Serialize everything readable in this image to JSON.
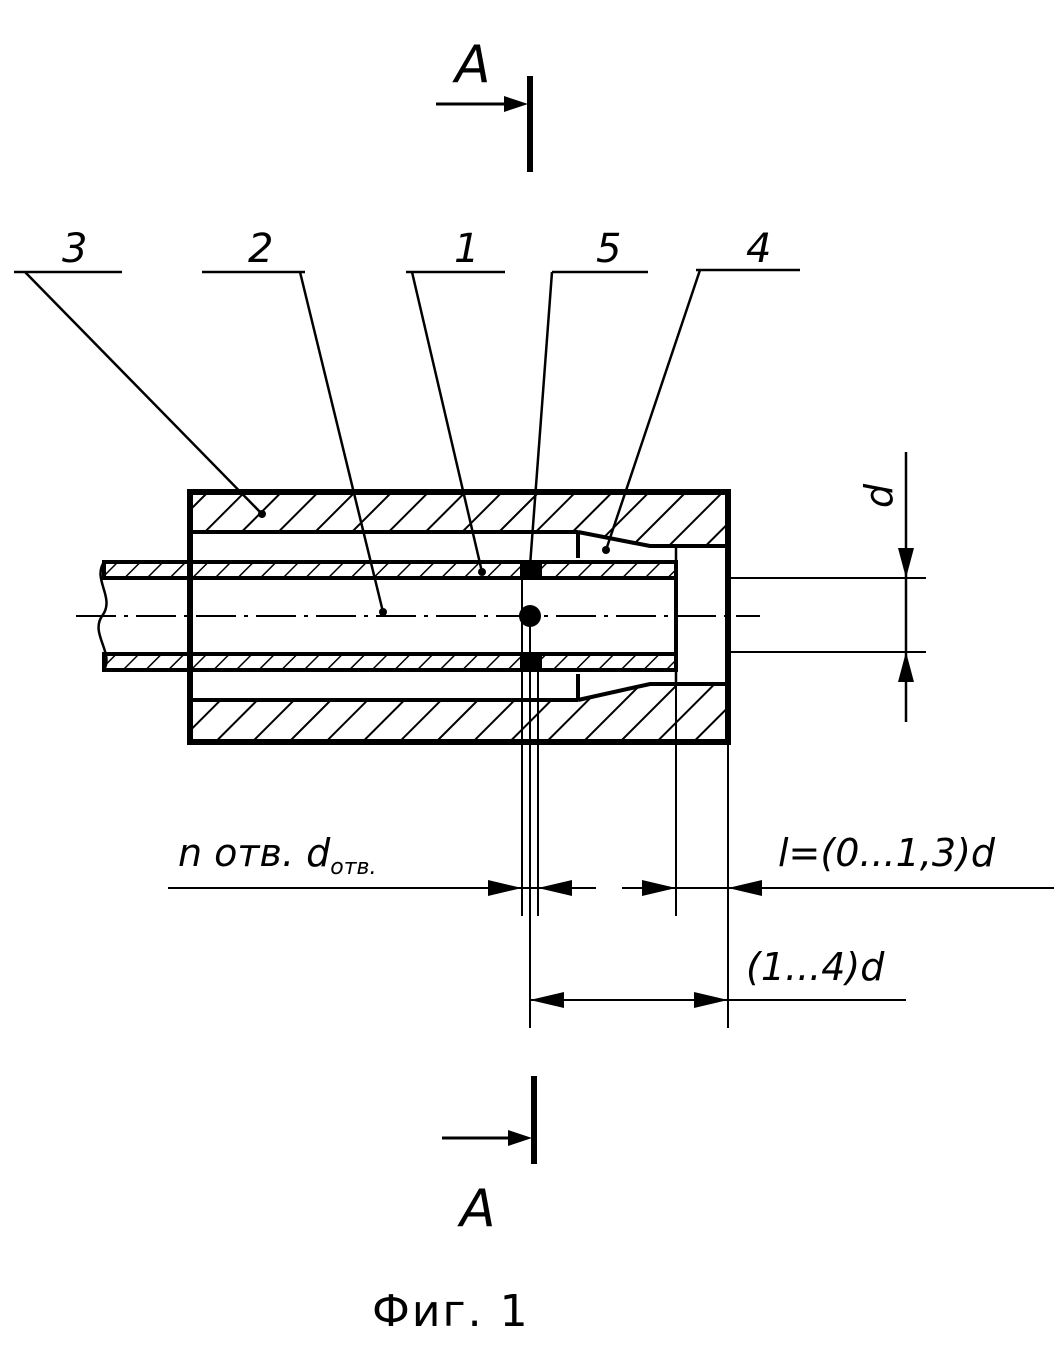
{
  "section_marks": {
    "top": "A",
    "bottom": "A"
  },
  "callouts": {
    "c3": "3",
    "c2": "2",
    "c1": "1",
    "c5": "5",
    "c4": "4"
  },
  "dimensions": {
    "holes_main": "n отв. d",
    "holes_sub": "отв.",
    "gap_length": "l=(0...1,3)d",
    "range_length": "(1...4)d",
    "diameter": "d"
  },
  "caption": "Фиг. 1",
  "colors": {
    "ink": "#000000",
    "paper": "#ffffff"
  }
}
